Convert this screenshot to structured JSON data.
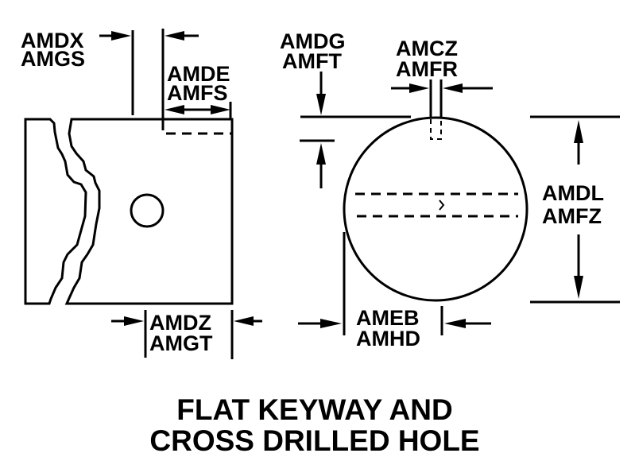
{
  "title": [
    "FLAT KEYWAY AND",
    "CROSS DRILLED HOLE"
  ],
  "labels": {
    "amdx": [
      "AMDX",
      "AMGS"
    ],
    "amde": [
      "AMDE",
      "AMFS"
    ],
    "amdz": [
      "AMDZ",
      "AMGT"
    ],
    "amdg": [
      "AMDG",
      "AMFT"
    ],
    "amcz": [
      "AMCZ",
      "AMFR"
    ],
    "amdl": [
      "AMDL",
      "AMFZ"
    ],
    "ameb": [
      "AMEB",
      "AMHD"
    ]
  }
}
